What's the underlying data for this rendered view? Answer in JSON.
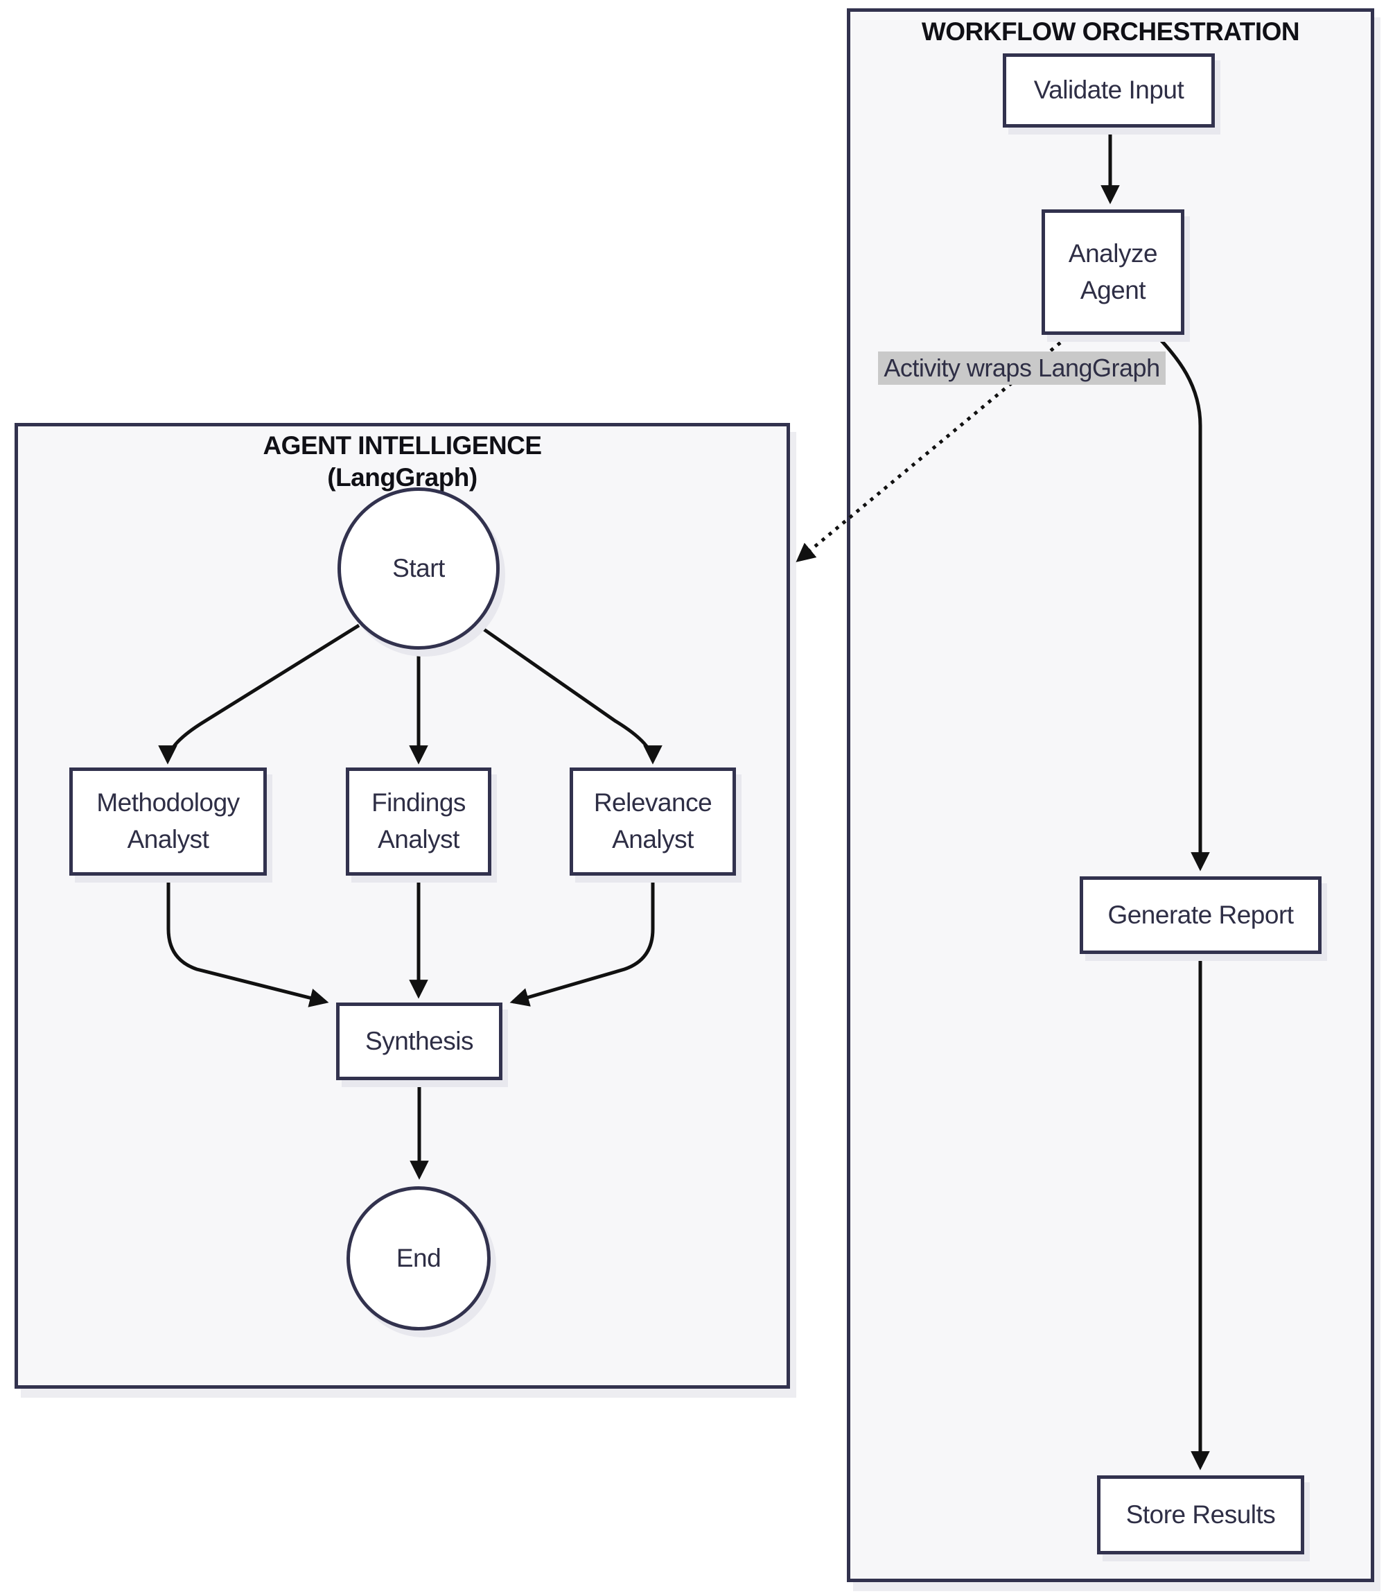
{
  "workflow_container": {
    "title": "WORKFLOW ORCHESTRATION"
  },
  "agent_container": {
    "title": "AGENT INTELLIGENCE",
    "subtitle": "(LangGraph)"
  },
  "nodes": {
    "validate_input": {
      "label": "Validate Input"
    },
    "analyze_agent": {
      "lines": [
        "Analyze",
        "Agent"
      ]
    },
    "generate_report": {
      "label": "Generate Report"
    },
    "store_results": {
      "label": "Store Results"
    },
    "start": {
      "label": "Start"
    },
    "methodology_analyst": {
      "lines": [
        "Methodology",
        "Analyst"
      ]
    },
    "findings_analyst": {
      "lines": [
        "Findings",
        "Analyst"
      ]
    },
    "relevance_analyst": {
      "lines": [
        "Relevance",
        "Analyst"
      ]
    },
    "synthesis": {
      "label": "Synthesis"
    },
    "end": {
      "label": "End"
    }
  },
  "edge_label": {
    "text": "Activity wraps LangGraph"
  },
  "colors": {
    "page_bg": "#ffffff",
    "container_bg": "#f7f7f9",
    "border_navy": "#32324e",
    "node_text": "#2e2e45",
    "title_text": "#101016",
    "arrow": "#111111",
    "edge_label_bg": "#c9c9c9",
    "shadow": "#e9e9ee"
  }
}
